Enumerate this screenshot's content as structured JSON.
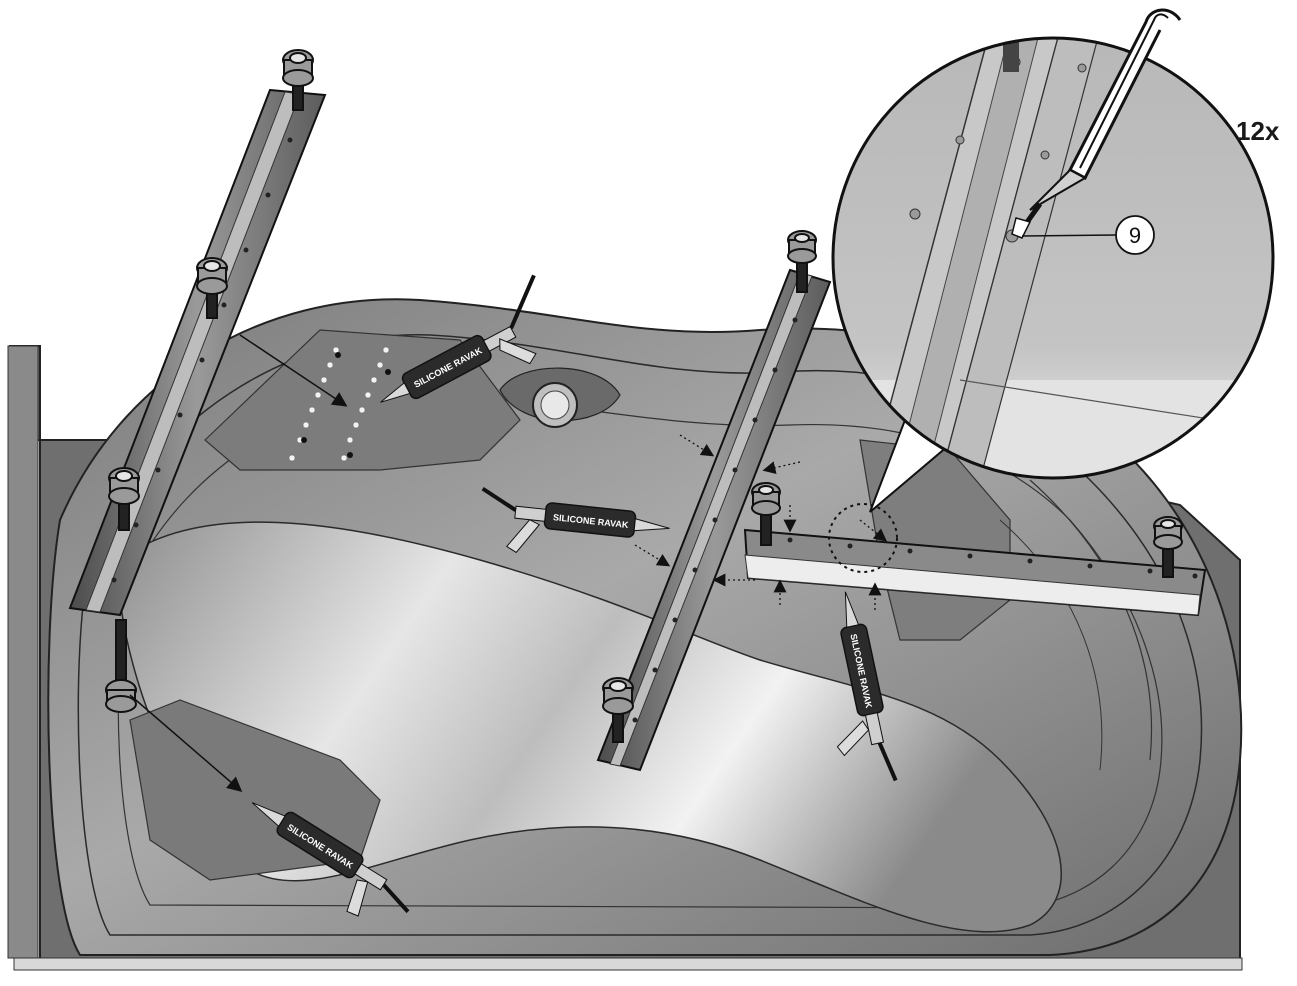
{
  "instruction": {
    "quantity_label": "12x",
    "part_number": "9",
    "silicone_label": "SILICONE RAVAK"
  },
  "colors": {
    "tub_dark": "#5a5a5a",
    "tub_mid": "#8c8c8c",
    "tub_light": "#c9c9c9",
    "rail": "#6e6e6e",
    "gun_body": "#2b2b2b",
    "outline": "#111111"
  },
  "icons": [
    "screwdriver-icon",
    "silicone-gun-icon",
    "adjustable-foot-icon",
    "mounting-rail-icon"
  ]
}
